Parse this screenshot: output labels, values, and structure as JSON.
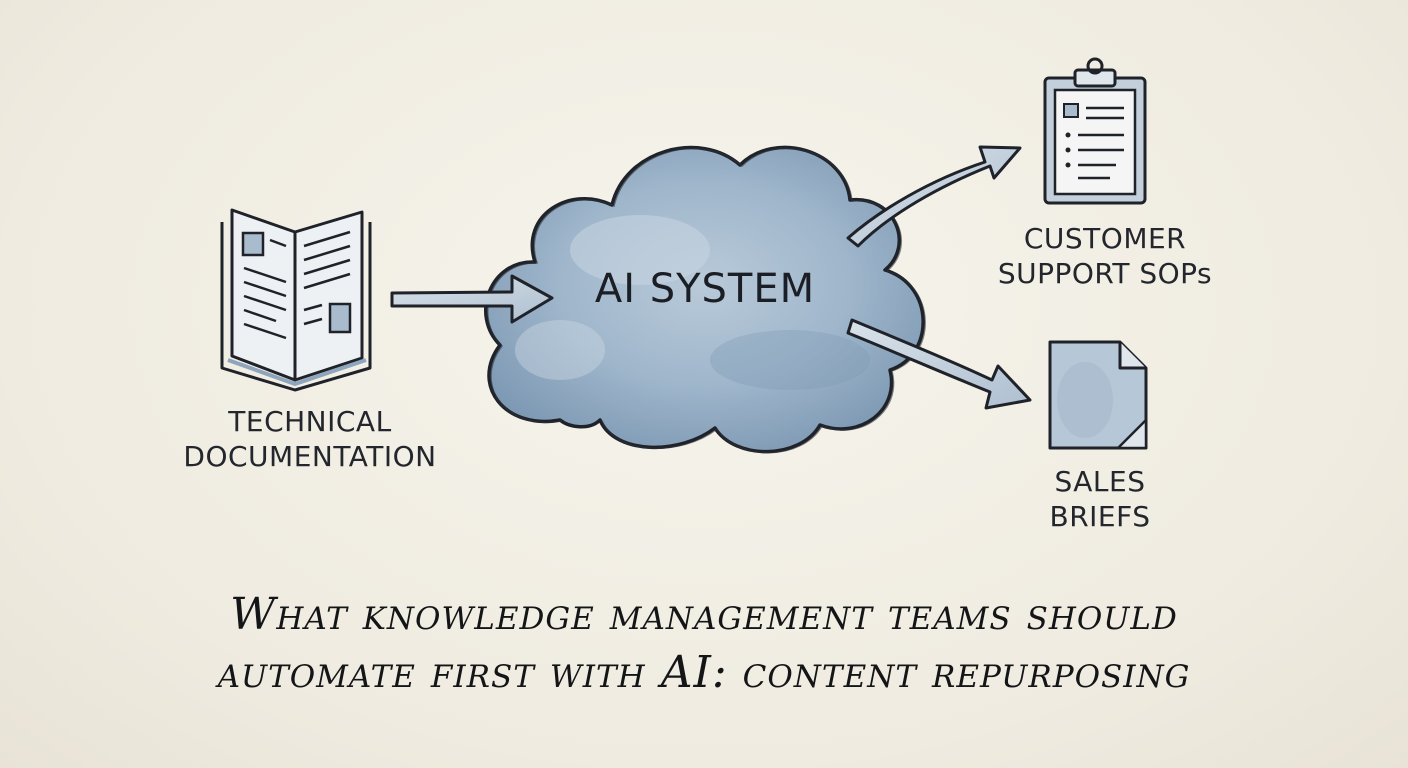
{
  "diagram": {
    "center_node": {
      "label": "AI SYSTEM"
    },
    "input_node": {
      "label_lines": [
        "TECHNICAL",
        "DOCUMENTATION"
      ],
      "icon": "open-book-icon"
    },
    "outputs": [
      {
        "label_lines": [
          "CUSTOMER",
          "SUPPORT SOPs"
        ],
        "icon": "clipboard-icon"
      },
      {
        "label_lines": [
          "SALES",
          "BRIEFS"
        ],
        "icon": "document-icon"
      }
    ],
    "edges": [
      {
        "from": "TECHNICAL DOCUMENTATION",
        "to": "AI SYSTEM"
      },
      {
        "from": "AI SYSTEM",
        "to": "CUSTOMER SUPPORT SOPs"
      },
      {
        "from": "AI SYSTEM",
        "to": "SALES BRIEFS"
      }
    ]
  },
  "caption": {
    "lines": [
      "What knowledge management teams should",
      "automate first with AI: content repurposing"
    ]
  },
  "colors": {
    "paper": "#f2efe6",
    "ink": "#1d2026",
    "cloud_wash": "#9fb6cb",
    "cloud_shadow": "#7e99b4",
    "icon_wash": "#c3d0dc"
  }
}
